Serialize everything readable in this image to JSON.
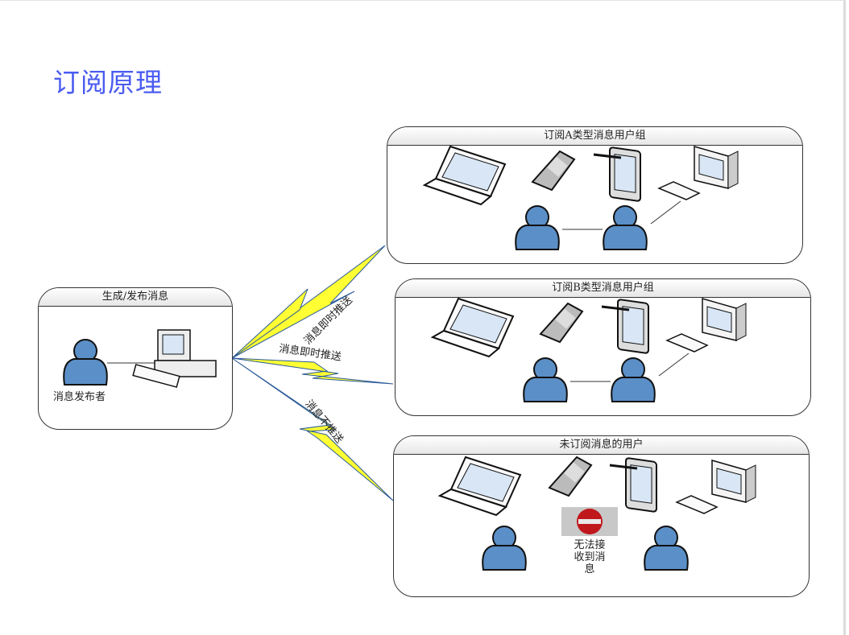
{
  "page": {
    "title": "订阅原理"
  },
  "publisher": {
    "header": "生成/发布消息",
    "person_label": "消息发布者"
  },
  "groups": [
    {
      "header": "订阅A类型消息用户组"
    },
    {
      "header": "订阅B类型消息用户组"
    },
    {
      "header": "未订阅消息的用户",
      "blocked_label_lines": [
        "无法接",
        "收到消",
        "息"
      ]
    }
  ],
  "links": [
    {
      "label": "消息即时推送"
    },
    {
      "label": "消息即时推送"
    },
    {
      "label": "消息不推送"
    }
  ],
  "colors": {
    "title": "#4a5cf0",
    "lightning": "#ffff33",
    "person": "#5b8fc7",
    "stop": "#c0171d"
  }
}
